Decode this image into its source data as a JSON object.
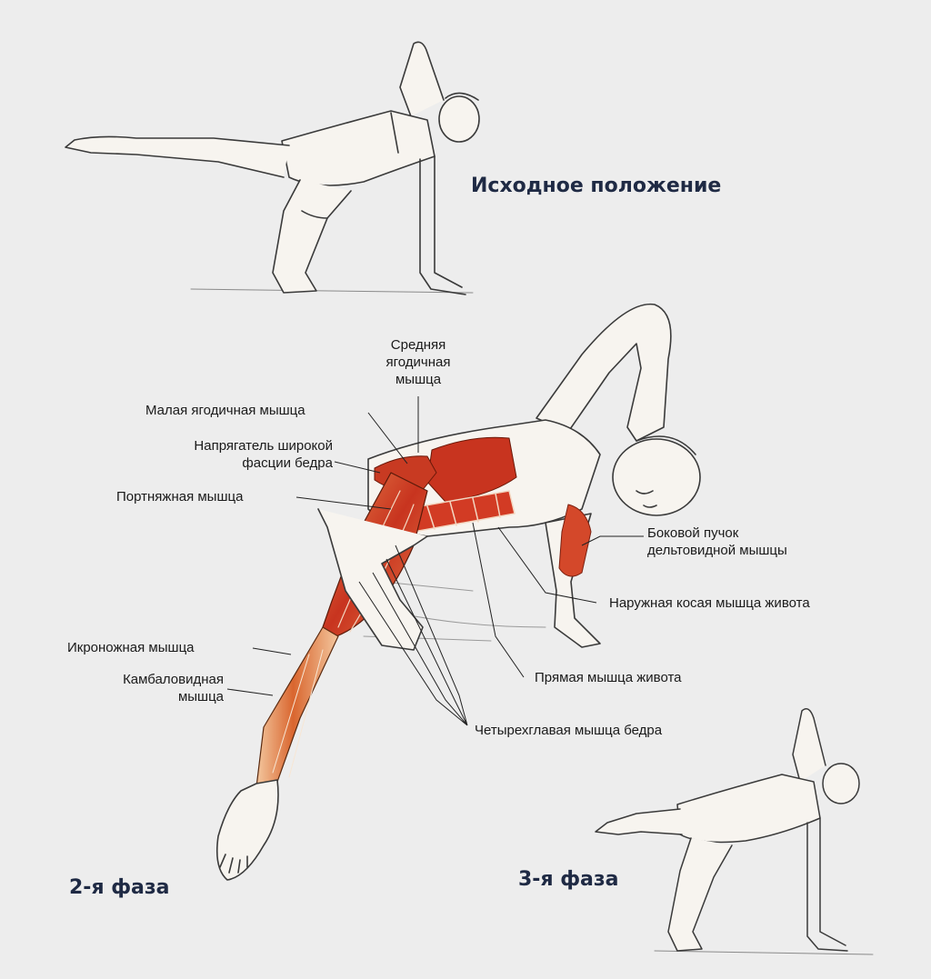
{
  "titles": {
    "start": "Исходное положение",
    "phase2": "2-я фаза",
    "phase3": "3-я фаза"
  },
  "labels": {
    "gluteus_medius": [
      "Средняя",
      "ягодичная",
      "мышца"
    ],
    "gluteus_minimus": "Малая ягодичная мышца",
    "tensor_fasciae_latae": [
      "Напрягатель широкой",
      "фасции бедра"
    ],
    "sartorius": "Портняжная мышца",
    "lateral_deltoid": [
      "Боковой пучок",
      "дельтовидной мышцы"
    ],
    "external_oblique": "Наружная косая мышца живота",
    "gastrocnemius": "Икроножная мышца",
    "soleus": [
      "Камбаловидная",
      "мышца"
    ],
    "rectus_abdominis": "Прямая мышца живота",
    "quadriceps": "Четырехглавая мышца бедра"
  },
  "colors": {
    "background": "#ededed",
    "title": "#1f2a44",
    "outline": "#3a3a3a",
    "muscle": "#c8341f",
    "muscle_light": "#e8663f",
    "tendon": "#f0c39a"
  }
}
